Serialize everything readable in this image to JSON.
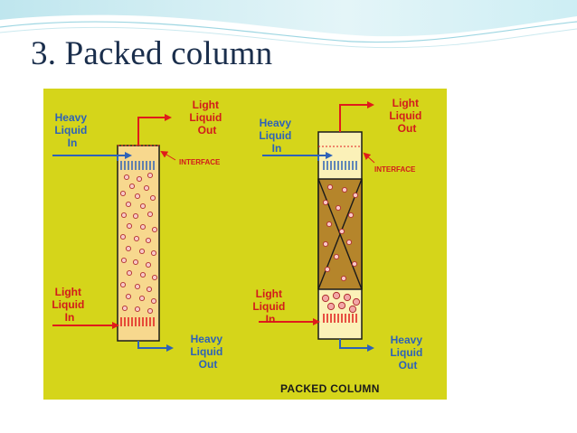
{
  "slide": {
    "title": "3. Packed column"
  },
  "figure": {
    "left_column": {
      "heavy_in": [
        "Heavy",
        "Liquid",
        "In"
      ],
      "light_out": [
        "Light",
        "Liquid",
        "Out"
      ],
      "interface": "INTERFACE",
      "light_in": [
        "Light",
        "Liquid",
        "In"
      ],
      "heavy_out": [
        "Heavy",
        "Liquid",
        "Out"
      ]
    },
    "right_column": {
      "heavy_in": [
        "Heavy",
        "Liquid",
        "In"
      ],
      "light_out": [
        "Light",
        "Liquid",
        "Out"
      ],
      "interface": "INTERFACE",
      "light_in": [
        "Light",
        "Liquid",
        "In"
      ],
      "heavy_out": [
        "Heavy",
        "Liquid",
        "Out"
      ]
    },
    "caption": "PACKED COLUMN"
  },
  "colors": {
    "background_yellow": "#d5d51a",
    "column_fill_light": "#f7d88e",
    "column_fill_dark": "#b5852b",
    "arrow_blue": "#2d62b8",
    "arrow_red": "#e01b1b",
    "title_navy": "#1a2e4c"
  }
}
